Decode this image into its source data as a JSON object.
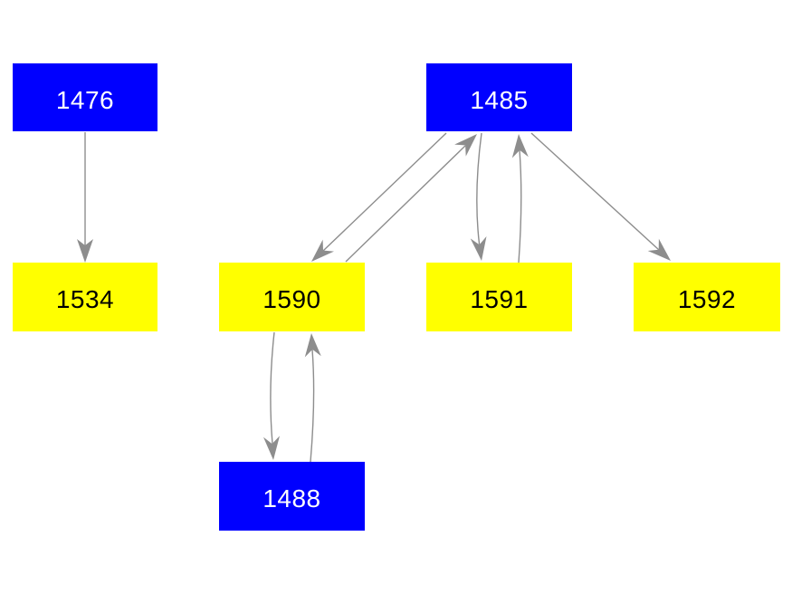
{
  "diagram": {
    "type": "directed-graph",
    "colors": {
      "background": "#ffffff",
      "node-blue": "#0000ff",
      "node-yellow": "#ffff00",
      "edge": "#8d8d8d",
      "label-on-blue": "#ffffff",
      "label-on-yellow": "#000000"
    },
    "nodes": [
      {
        "id": "1476",
        "label": "1476",
        "color": "blue"
      },
      {
        "id": "1485",
        "label": "1485",
        "color": "blue"
      },
      {
        "id": "1534",
        "label": "1534",
        "color": "yellow"
      },
      {
        "id": "1590",
        "label": "1590",
        "color": "yellow"
      },
      {
        "id": "1591",
        "label": "1591",
        "color": "yellow"
      },
      {
        "id": "1592",
        "label": "1592",
        "color": "yellow"
      },
      {
        "id": "1488",
        "label": "1488",
        "color": "blue"
      }
    ],
    "edges": [
      {
        "from": "1476",
        "to": "1534"
      },
      {
        "from": "1485",
        "to": "1590"
      },
      {
        "from": "1590",
        "to": "1485"
      },
      {
        "from": "1485",
        "to": "1591"
      },
      {
        "from": "1591",
        "to": "1485"
      },
      {
        "from": "1485",
        "to": "1592"
      },
      {
        "from": "1590",
        "to": "1488"
      },
      {
        "from": "1488",
        "to": "1590"
      }
    ]
  }
}
